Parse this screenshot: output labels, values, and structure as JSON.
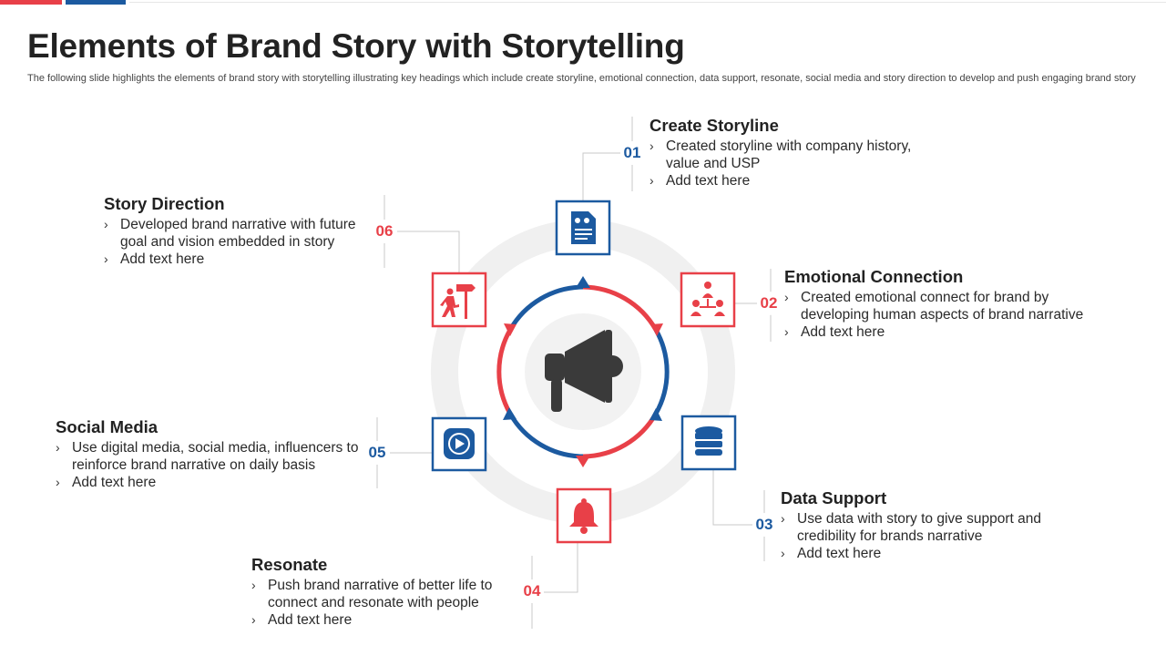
{
  "title": "Elements of Brand Story with Storytelling",
  "subtitle": "The following slide highlights the elements of brand story with storytelling illustrating  key headings which include create storyline, emotional connection, data support, resonate, social media and story direction to develop and push engaging brand story",
  "colors": {
    "red": "#e84048",
    "blue": "#1c5aa0",
    "ring": "#f0f0f0",
    "dark": "#3a3a3a"
  },
  "center_icon": "megaphone-icon",
  "items": [
    {
      "number": "01",
      "title": "Create Storyline",
      "icon": "document-icon",
      "color": "blue",
      "bullets": [
        "Created storyline with company history, value and USP",
        "Add text here"
      ]
    },
    {
      "number": "02",
      "title": "Emotional Connection",
      "icon": "people-network-icon",
      "color": "red",
      "bullets": [
        "Created emotional connect for brand by developing human aspects of brand narrative",
        "Add text here"
      ]
    },
    {
      "number": "03",
      "title": "Data Support",
      "icon": "database-icon",
      "color": "blue",
      "bullets": [
        "Use data with story to give support and credibility for brands narrative",
        "Add text here"
      ]
    },
    {
      "number": "04",
      "title": "Resonate",
      "icon": "bell-icon",
      "color": "red",
      "bullets": [
        "Push brand narrative of better life to connect and resonate with people",
        "Add text here"
      ]
    },
    {
      "number": "05",
      "title": "Social Media",
      "icon": "play-icon",
      "color": "blue",
      "bullets": [
        "Use digital media, social media, influencers to reinforce brand narrative  on daily basis",
        "Add text here"
      ]
    },
    {
      "number": "06",
      "title": "Story Direction",
      "icon": "direction-sign-icon",
      "color": "red",
      "bullets": [
        "Developed brand narrative with future goal and vision embedded in story",
        "Add text here"
      ]
    }
  ]
}
